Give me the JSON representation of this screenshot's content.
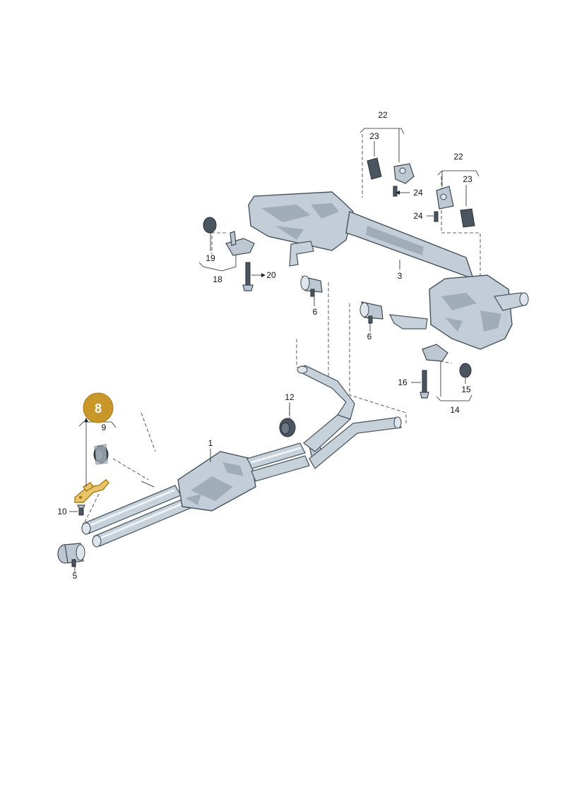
{
  "diagram": {
    "callouts": [
      {
        "id": "c1",
        "text": "1"
      },
      {
        "id": "c3",
        "text": "3"
      },
      {
        "id": "c5",
        "text": "5"
      },
      {
        "id": "c6a",
        "text": "6"
      },
      {
        "id": "c6b",
        "text": "6"
      },
      {
        "id": "c9",
        "text": "9"
      },
      {
        "id": "c10",
        "text": "10"
      },
      {
        "id": "c12",
        "text": "12"
      },
      {
        "id": "c14",
        "text": "14"
      },
      {
        "id": "c15",
        "text": "15"
      },
      {
        "id": "c16",
        "text": "16"
      },
      {
        "id": "c18",
        "text": "18"
      },
      {
        "id": "c19",
        "text": "19"
      },
      {
        "id": "c20",
        "text": "20"
      },
      {
        "id": "c22a",
        "text": "22"
      },
      {
        "id": "c22b",
        "text": "22"
      },
      {
        "id": "c23a",
        "text": "23"
      },
      {
        "id": "c23b",
        "text": "23"
      },
      {
        "id": "c24a",
        "text": "24"
      },
      {
        "id": "c24b",
        "text": "24"
      }
    ],
    "highlight": {
      "text": "8",
      "color": "#c9962a",
      "part_color": "#e9c46a"
    },
    "colors": {
      "metal": "#c3cdd7",
      "outline": "#45525d",
      "shade": "#9aa7b3"
    }
  }
}
